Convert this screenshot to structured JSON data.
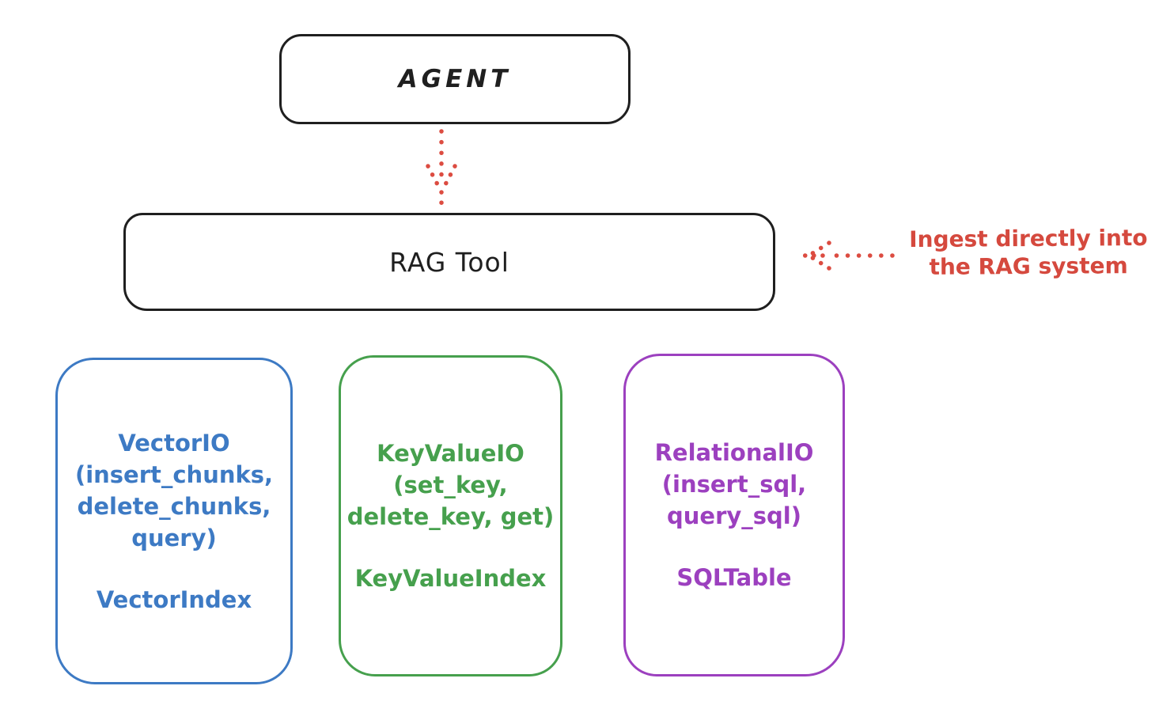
{
  "agent": {
    "label": "AGENT"
  },
  "rag": {
    "label": "RAG Tool"
  },
  "annotation": {
    "line1": "Ingest directly into",
    "line2": "the RAG system"
  },
  "backends": [
    {
      "name": "vector-io",
      "color": "#3d7ac4",
      "lines": [
        "VectorIO",
        "(insert_chunks,",
        "delete_chunks,",
        "query)"
      ],
      "index_label": "VectorIndex"
    },
    {
      "name": "keyvalue-io",
      "color": "#46a04d",
      "lines": [
        "KeyValueIO",
        "(set_key,",
        "delete_key, get)"
      ],
      "index_label": "KeyValueIndex"
    },
    {
      "name": "relational-io",
      "color": "#9c40bf",
      "lines": [
        "RelationalIO",
        "(insert_sql,",
        "query_sql)"
      ],
      "index_label": "SQLTable"
    }
  ],
  "colors": {
    "ink": "#1f1f1f",
    "red": "#d5493e",
    "blue": "#3d7ac4",
    "green": "#46a04d",
    "purple": "#9c40bf",
    "background": "#ffffff"
  }
}
